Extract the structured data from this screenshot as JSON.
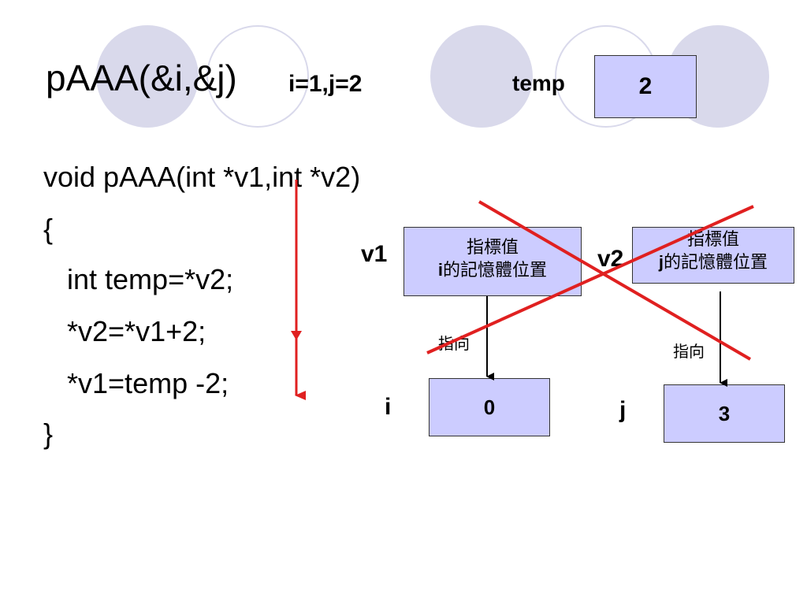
{
  "title": "pAAA(&i,&j)",
  "params": "i=1,j=2",
  "temp": {
    "label": "temp",
    "value": "2"
  },
  "code": [
    "void pAAA(int *v1,int *v2)",
    "{",
    "   int temp=*v2;",
    "   *v2=*v1+2;",
    "   *v1=temp -2;",
    "}"
  ],
  "v1": {
    "label": "v1",
    "line1": "指標值",
    "line2_var": "i",
    "line2_rest": "的記憶體位置",
    "arrow_label": "指向"
  },
  "v2": {
    "label": "v2",
    "line1": "指標值",
    "line2_var": "j",
    "line2_rest": "的記憶體位置",
    "arrow_label": "指向"
  },
  "i": {
    "label": "i",
    "value": "0"
  },
  "j": {
    "label": "j",
    "value": "3"
  },
  "colors": {
    "box_fill": "#ccccff",
    "deco": "#d9d9eb",
    "accent_red": "#e02020"
  }
}
